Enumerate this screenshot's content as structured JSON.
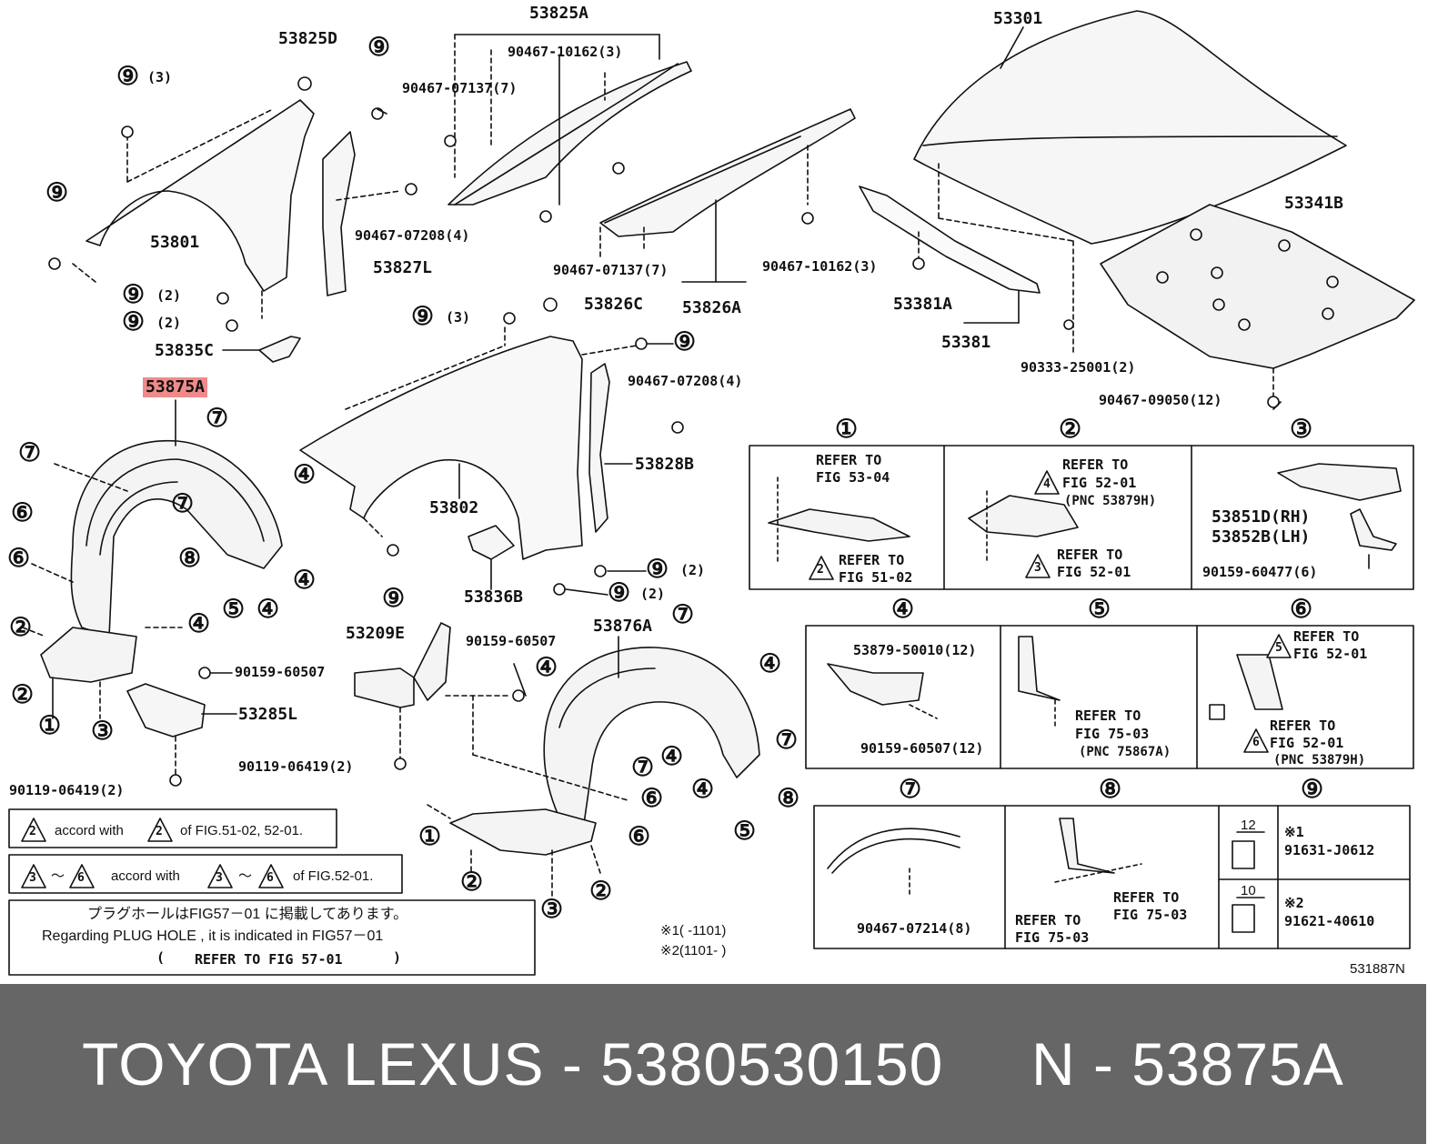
{
  "parts": {
    "p53825A": "53825A",
    "p53301": "53301",
    "p53825D": "53825D",
    "b90467_10162_a": "90467-10162(3)",
    "b90467_07137_a": "90467-07137(7)",
    "p53801": "53801",
    "b90467_07208_a": "90467-07208(4)",
    "p53827L": "53827L",
    "b90467_07137_b": "90467-07137(7)",
    "b90467_10162_b": "90467-10162(3)",
    "p53826A": "53826A",
    "p53341B": "53341B",
    "p53826C": "53826C",
    "p53381A": "53381A",
    "p53381": "53381",
    "p53835C": "53835C",
    "b90333_25001": "90333-25001(2)",
    "p53875A": "53875A",
    "b90467_07208_b": "90467-07208(4)",
    "b90467_09050": "90467-09050(12)",
    "p53828B": "53828B",
    "p53802": "53802",
    "p53836B": "53836B",
    "p53209E": "53209E",
    "b90159_60507_a": "90159-60507",
    "p53876A": "53876A",
    "b90159_60507_b": "90159-60507",
    "p53285L": "53285L",
    "b90119_06419_a": "90119-06419(2)",
    "b90119_06419_b": "90119-06419(2)",
    "p531887N": "531887N"
  },
  "qty": {
    "q3a": "(3)",
    "q2a": "(2)",
    "q2b": "(2)",
    "q3b": "(3)",
    "q2c": "(2)",
    "q2d": "(2)"
  },
  "callouts": {
    "c1": "①",
    "c2": "②",
    "c3": "③",
    "c4": "④",
    "c5": "⑤",
    "c6": "⑥",
    "c7": "⑦",
    "c8": "⑧",
    "c9": "⑨"
  },
  "detail": {
    "refer_to": "REFER TO",
    "fig_53_04": "FIG 53-04",
    "fig_51_02": "FIG 51-02",
    "fig_52_01": "FIG 52-01",
    "pnc_53879h": "(PNC 53879H)",
    "fig_52_01_b": "FIG 52-01",
    "p53851D": "53851D(RH)",
    "p53852B": "53852B(LH)",
    "b90159_60477": "90159-60477(6)",
    "b53879_50010": "53879-50010(12)",
    "b90159_60507_12": "90159-60507(12)",
    "fig_75_03": "FIG 75-03",
    "pnc_75867a": "(PNC 75867A)",
    "fig_52_01_c": "FIG 52-01",
    "fig_52_01_d": "FIG 52-01",
    "pnc_53879h_b": "(PNC 53879H)",
    "b90467_07214": "90467-07214(8)",
    "fig_75_03_b": "FIG 75-03",
    "fig_75_03_c": "FIG 75-03",
    "dim12": "12",
    "dim10": "10",
    "ref1": "※1",
    "b91631": "91631-J0612",
    "ref2": "※2",
    "b91621": "91621-40610",
    "tri2": "2",
    "tri3": "3",
    "tri4": "4",
    "tri5": "5",
    "tri6": "6"
  },
  "notes": {
    "accord_with": "accord with",
    "of_fig_a": "of FIG.51-02, 52-01.",
    "tilde": "～",
    "of_fig_b": "of FIG.52-01.",
    "plug_jp": "プラグホールはFIG57－01 に掲載してあります。",
    "plug_en": "Regarding  PLUG HOLE , it is  indicated  in  FIG57－01",
    "plug_paren_open": "(",
    "plug_refer": "REFER TO FIG 57-01",
    "plug_paren_close": ")",
    "kome1": "※1(       -1101)",
    "kome2": "※2(1101-       )"
  },
  "footer": {
    "text": "TOYOTA LEXUS - 5380530150     N - 53875A"
  },
  "colors": {
    "highlight": "#f08a8a",
    "footer_bg": "#666666",
    "footer_text": "#ffffff"
  }
}
